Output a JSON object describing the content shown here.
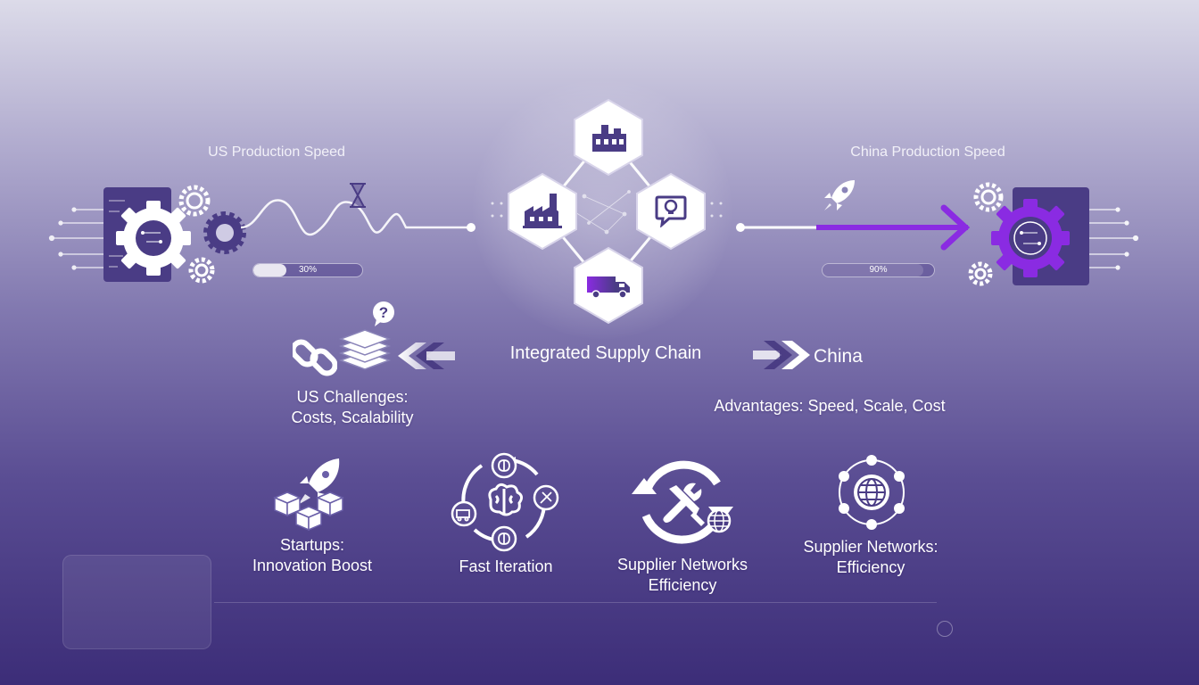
{
  "us": {
    "title": "US Production Speed",
    "progress_label": "30%",
    "progress_value": 30
  },
  "china": {
    "title": "China Production Speed",
    "progress_label": "90%",
    "progress_value": 90,
    "accent": "#8a2be2"
  },
  "center": {
    "title": "Integrated Supply Chain",
    "nodes": [
      "factory-icon",
      "industrial-plant-icon",
      "lightbulb-idea-icon",
      "delivery-truck-icon"
    ]
  },
  "challenges": {
    "label": "US Challenges:\nCosts, Scalability",
    "icons": [
      "chain-link-icon",
      "layers-stack-icon",
      "question-bubble-icon"
    ]
  },
  "china_flow": {
    "label": "China",
    "advantages": "Advantages: Speed, Scale, Cost"
  },
  "bottom_items": [
    {
      "label": "Startups:\nInnovation Boost",
      "icon": "rocket-boxes-icon"
    },
    {
      "label": "Fast Iteration",
      "icon": "brain-cycle-icon"
    },
    {
      "label": "Supplier Networks\nEfficiency",
      "icon": "tools-cycle-icon"
    },
    {
      "label": "Supplier Networks:\nEfficiency",
      "icon": "globe-network-icon"
    }
  ],
  "colors": {
    "background_top": "#dcdbe9",
    "background_bottom": "#3c2d78",
    "panel": "#4a3c85",
    "accent_purple": "#8a2be2",
    "icon_light": "#ffffff"
  }
}
